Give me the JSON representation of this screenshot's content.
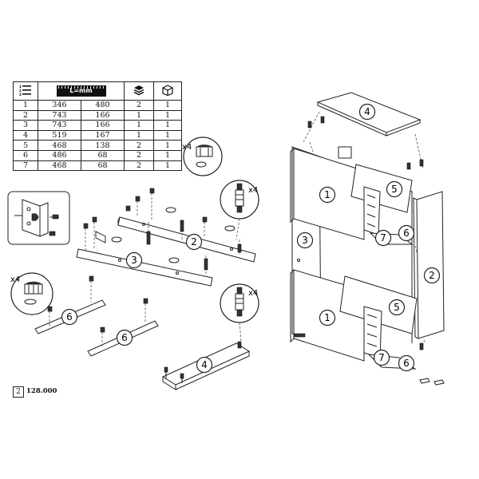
{
  "table": {
    "columns": [
      "list-icon",
      "ruler-icon",
      "layers-icon",
      "box-icon"
    ],
    "ruler_label": "L=mm",
    "rows": [
      {
        "no": "1",
        "a": "346",
        "b": "480",
        "qty": "2",
        "pack": "1"
      },
      {
        "no": "2",
        "a": "743",
        "b": "166",
        "qty": "1",
        "pack": "1"
      },
      {
        "no": "3",
        "a": "743",
        "b": "166",
        "qty": "1",
        "pack": "1"
      },
      {
        "no": "4",
        "a": "519",
        "b": "167",
        "qty": "1",
        "pack": "1"
      },
      {
        "no": "5",
        "a": "468",
        "b": "138",
        "qty": "2",
        "pack": "1"
      },
      {
        "no": "6",
        "a": "486",
        "b": "68",
        "qty": "2",
        "pack": "1"
      },
      {
        "no": "7",
        "a": "468",
        "b": "68",
        "qty": "2",
        "pack": "1"
      }
    ]
  },
  "callouts": {
    "cam_qty": "x4",
    "dowel_qty": "x4",
    "cam_qty_2": "x4",
    "dowel_qty_2": "x4"
  },
  "parts": {
    "p1": "1",
    "p2": "2",
    "p3": "3",
    "p4": "4",
    "p5": "5",
    "p6": "6",
    "p7": "7"
  },
  "footer": {
    "step": "2",
    "code": "128.000"
  }
}
